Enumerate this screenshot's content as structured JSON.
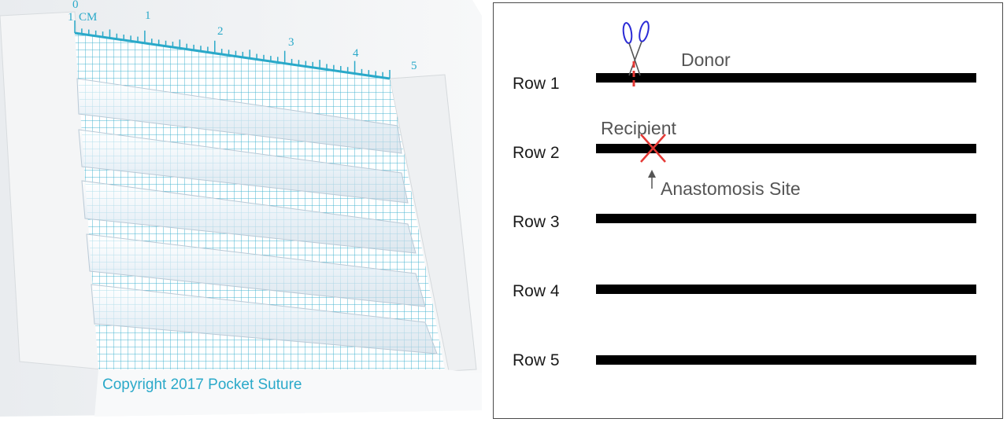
{
  "photo": {
    "ruler_unit": "CM",
    "ruler_zero": "0",
    "ruler_one": "1",
    "ruler_numbers": [
      "1",
      "2",
      "3",
      "4",
      "5"
    ],
    "copyright": "Copyright 2017 Pocket Suture",
    "colors": {
      "grid": "#2aa9c9",
      "pad": "#f2f4f6",
      "tube": "#dfe9f2"
    }
  },
  "diagram": {
    "rows": [
      {
        "label": "Row 1"
      },
      {
        "label": "Row 2"
      },
      {
        "label": "Row 3"
      },
      {
        "label": "Row 4"
      },
      {
        "label": "Row 5"
      }
    ],
    "donor_label": "Donor",
    "recipient_label": "Recipient",
    "anastomosis_label": "Anastomosis Site",
    "icons": [
      "scissors-icon",
      "cut-mark-icon",
      "x-mark-icon",
      "up-arrow-icon"
    ],
    "colors": {
      "line": "#000000",
      "cut_mark": "#e53935",
      "scissors": "#2b2bd6",
      "arrow": "#555555"
    }
  }
}
